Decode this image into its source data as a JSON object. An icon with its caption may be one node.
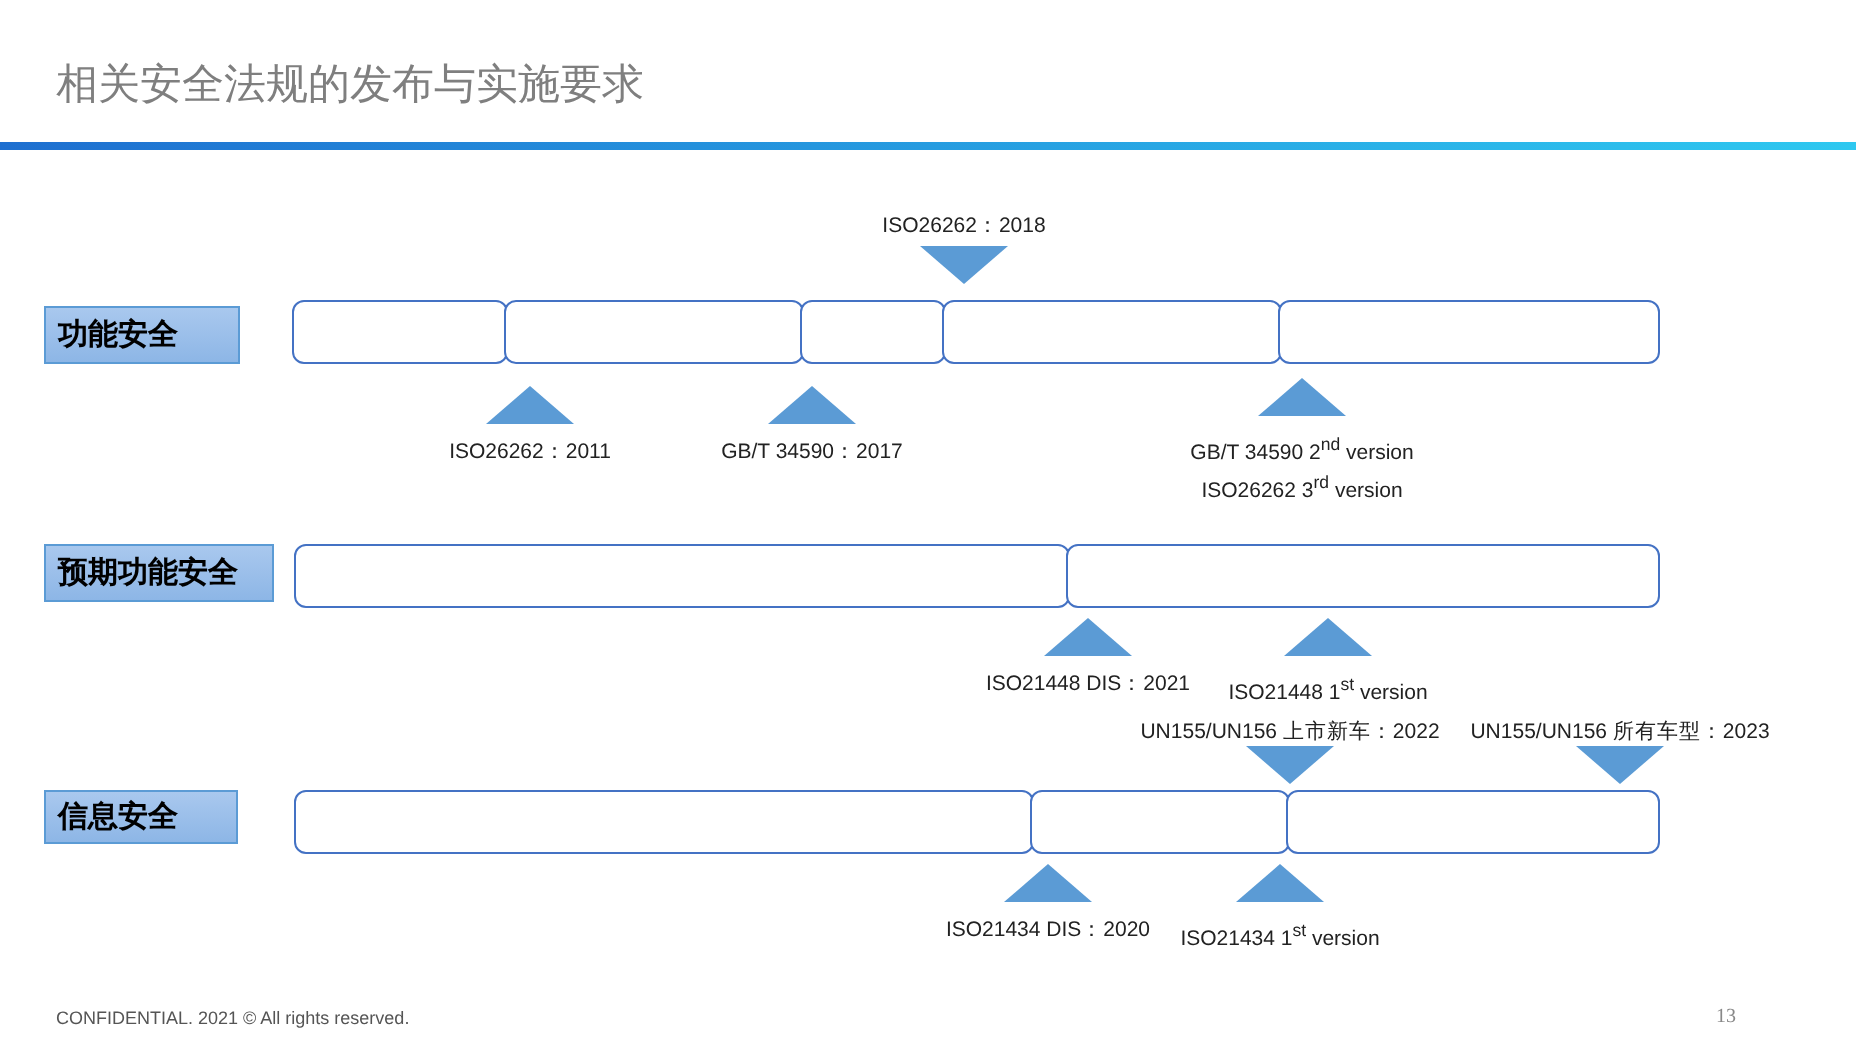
{
  "diagram": {
    "title": "相关安全法规的发布与实施要求",
    "nodes": [
      {
        "text": [
          "功能安全"
        ]
      },
      {
        "text": [],
        "shape": "bar"
      },
      {
        "text": [],
        "shape": "bar"
      },
      {
        "text": [],
        "shape": "bar"
      },
      {
        "text": [],
        "shape": "bar"
      },
      {
        "text": [],
        "shape": "bar"
      },
      {
        "text": [
          "ISO26262：2018"
        ]
      },
      {
        "text": [
          "ISO26262：2011"
        ]
      },
      {
        "text": [
          "GB/T 34590：2017"
        ]
      },
      {
        "text": [
          "GB/T 34590 2$^{nd}$ version ISO26262 3$^{rd}$ version"
        ]
      },
      {
        "text": [
          "预期功能安全"
        ]
      },
      {
        "text": [],
        "shape": "bar"
      },
      {
        "text": [],
        "shape": "bar"
      },
      {
        "text": [
          "ISO21448 DIS：2021"
        ]
      },
      {
        "text": [
          "ISO21448 1$^{st}$ version"
        ]
      },
      {
        "text": [
          "UN155/UN156 上市新车：2022"
        ]
      },
      {
        "text": [
          "UN155/UN156 所有车型：2023"
        ]
      },
      {
        "text": [
          "信息安全"
        ]
      },
      {
        "text": [],
        "shape": "bar"
      },
      {
        "text": [],
        "shape": "bar"
      },
      {
        "text": [],
        "shape": "bar"
      },
      {
        "text": [
          "ISO21434 DIS：2020"
        ]
      },
      {
        "text": [
          "ISO21434 1$^{st}$ version"
        ]
      }
    ],
    "edges": [],
    "labels": [
      "CONFIDENTIAL. 2021 © All rights reserved.",
      "13"
    ]
  }
}
